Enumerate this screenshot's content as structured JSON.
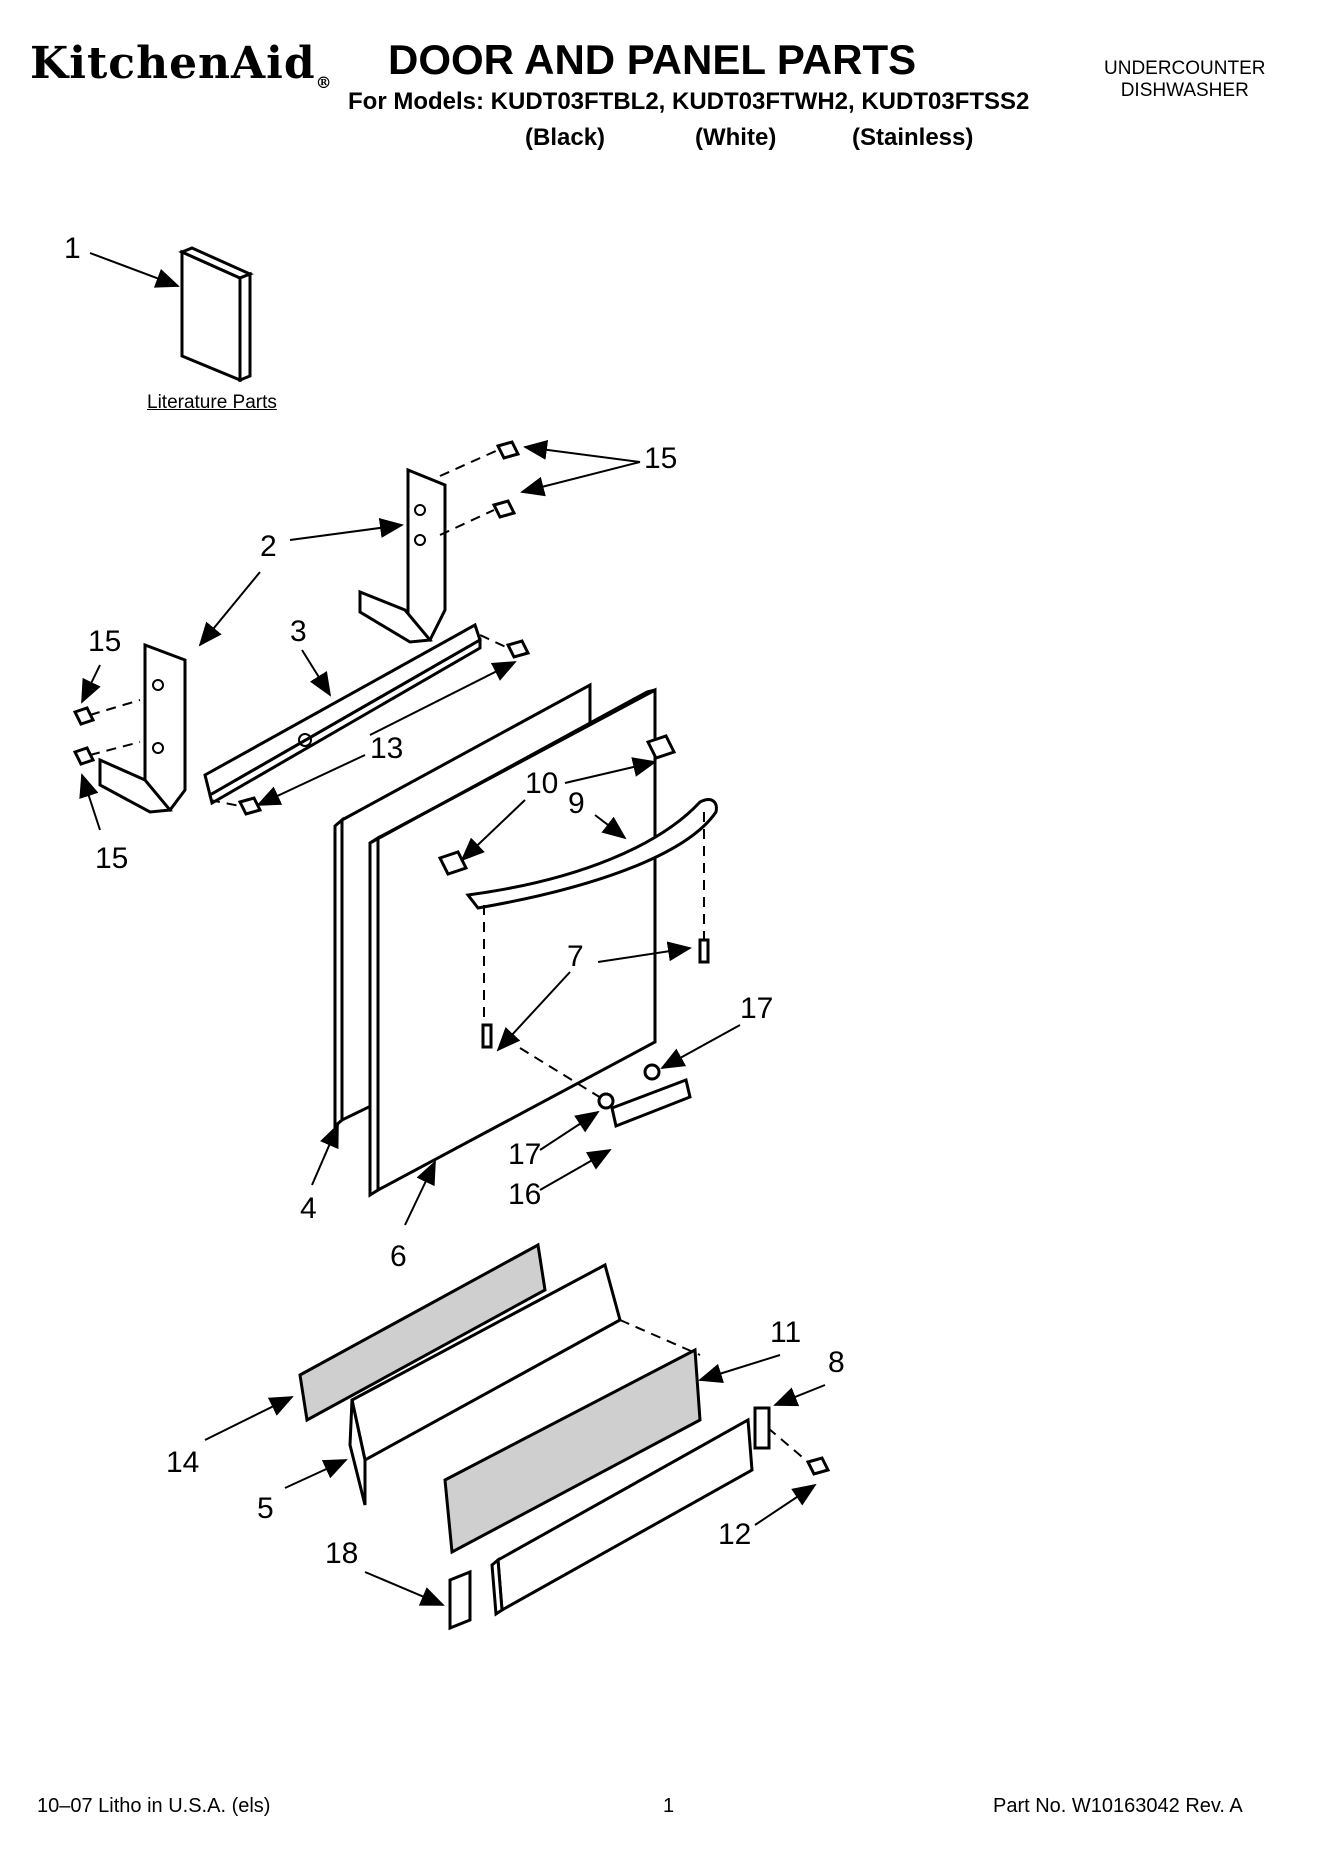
{
  "header": {
    "brand": "KitchenAid",
    "brand_mark": "®",
    "title": "DOOR AND PANEL PARTS",
    "models_line": "For Models: KUDT03FTBL2, KUDT03FTWH2, KUDT03FTSS2",
    "variants": [
      "(Black)",
      "(White)",
      "(Stainless)"
    ],
    "appliance": [
      "UNDERCOUNTER",
      "DISHWASHER"
    ]
  },
  "diagram": {
    "literature_label": "Literature Parts",
    "callouts": {
      "c1": "1",
      "c15a": "15",
      "c2a": "2",
      "c15b": "15",
      "c3": "3",
      "c13": "13",
      "c15c": "15",
      "c10": "10",
      "c9": "9",
      "c7": "7",
      "c17a": "17",
      "c17b": "17",
      "c16": "16",
      "c4": "4",
      "c6": "6",
      "c11": "11",
      "c8": "8",
      "c14": "14",
      "c5": "5",
      "c12": "12",
      "c18": "18"
    }
  },
  "footer": {
    "left": "10–07 Litho in U.S.A. (els)",
    "page": "1",
    "right": "Part No. W10163042 Rev. A"
  }
}
